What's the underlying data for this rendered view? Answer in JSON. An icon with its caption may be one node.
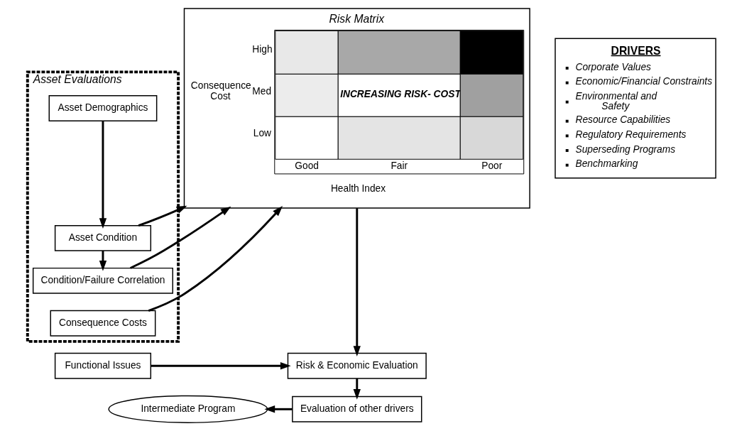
{
  "diagram": {
    "nodes": [
      {
        "text": [
          "Asset Evaluations"
        ]
      },
      {
        "text": [
          "Asset Demographics"
        ],
        "in": 0
      },
      {
        "text": [
          "Asset Condition"
        ],
        "in": 0
      },
      {
        "text": [
          "Condition/Failure Correlation"
        ],
        "in": 0
      },
      {
        "text": [
          "Consequence Costs"
        ],
        "in": 0
      },
      {
        "text": [
          "Risk Matrix",
          "Consequence Cost",
          "High",
          "Med",
          "Low",
          "INCREASING RISK- COST",
          "Good",
          "Fair",
          "Poor",
          "Health Index"
        ]
      },
      {
        "text": [
          "DRIVERS",
          "Corporate Values",
          "Economic/Financial Constraints",
          "Environmental and Safety",
          "Resource Capabilities",
          "Regulatory Requirements",
          "Superseding Programs",
          "Benchmarking"
        ]
      },
      {
        "text": [
          "Functional Issues"
        ]
      },
      {
        "text": [
          "Risk & Economic Evaluation"
        ]
      },
      {
        "text": [
          "Evaluation of other drivers"
        ]
      },
      {
        "text": [
          "Intermediate Program"
        ]
      }
    ],
    "edges": [
      {
        "from": 1,
        "to": 2,
        "arrow": "to"
      },
      {
        "from": 2,
        "to": 3,
        "arrow": "to"
      },
      {
        "from": 2,
        "to": 5,
        "arrow": "to"
      },
      {
        "from": 3,
        "to": 5,
        "arrow": "to"
      },
      {
        "from": 4,
        "to": 5,
        "arrow": "to"
      },
      {
        "from": 5,
        "to": 8,
        "arrow": "to"
      },
      {
        "from": 7,
        "to": 8,
        "arrow": "to"
      },
      {
        "from": 8,
        "to": 9,
        "arrow": "to"
      },
      {
        "from": 9,
        "to": 10,
        "arrow": "to"
      }
    ]
  }
}
